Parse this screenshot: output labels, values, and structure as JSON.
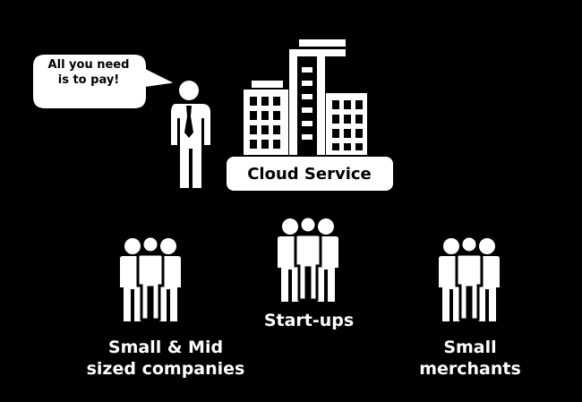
{
  "speech_bubble": {
    "line1": "All you need",
    "line2": "is to pay!"
  },
  "cloud_service": {
    "label": "Cloud Service"
  },
  "groups": [
    {
      "line1": "Small & Mid",
      "line2": "sized companies"
    },
    {
      "line1": "Start-ups",
      "line2": ""
    },
    {
      "line1": "Small",
      "line2": "merchants"
    }
  ],
  "colors": {
    "background": "#000000",
    "foreground": "#ffffff",
    "label_text": "#000000"
  },
  "icons": [
    "speech-bubble-icon",
    "businessman-icon",
    "buildings-icon",
    "people-group-icon"
  ]
}
